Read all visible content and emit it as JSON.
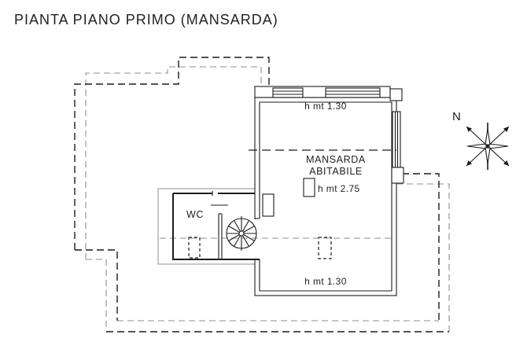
{
  "labels": {
    "title": "PIANTA PIANO PRIMO (MANSARDA)",
    "room_name_line1": "MANSARDA",
    "room_name_line2": "ABITABILE",
    "height_low_top": "h mt 1.30",
    "height_low_bottom": "h mt 1.30",
    "height_ridge": "h mt 2.75",
    "wc": "WC",
    "north": "N"
  },
  "colors": {
    "line": "#1c1c1c",
    "muted": "#8f8f8f",
    "bg": "#ffffff"
  }
}
